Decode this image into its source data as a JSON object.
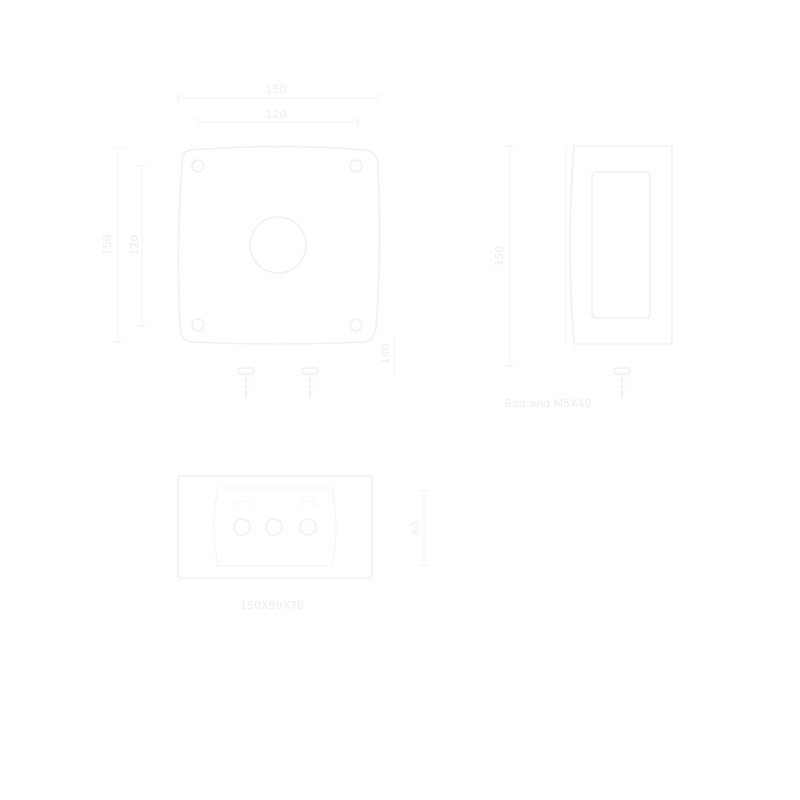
{
  "top_view": {
    "dim_overall_width": "150",
    "dim_hole_spacing_x": "120",
    "dim_overall_height": "150",
    "dim_hole_spacing_y": "120",
    "dim_depth": "140"
  },
  "side_view": {
    "dim_height": "150",
    "bolt_label": "Bolt and M5X40"
  },
  "bottom_view": {
    "dim_height": "60",
    "size_label": "150X90X70"
  },
  "colors": {
    "line": "#f0f0f0",
    "text": "#ededed"
  }
}
